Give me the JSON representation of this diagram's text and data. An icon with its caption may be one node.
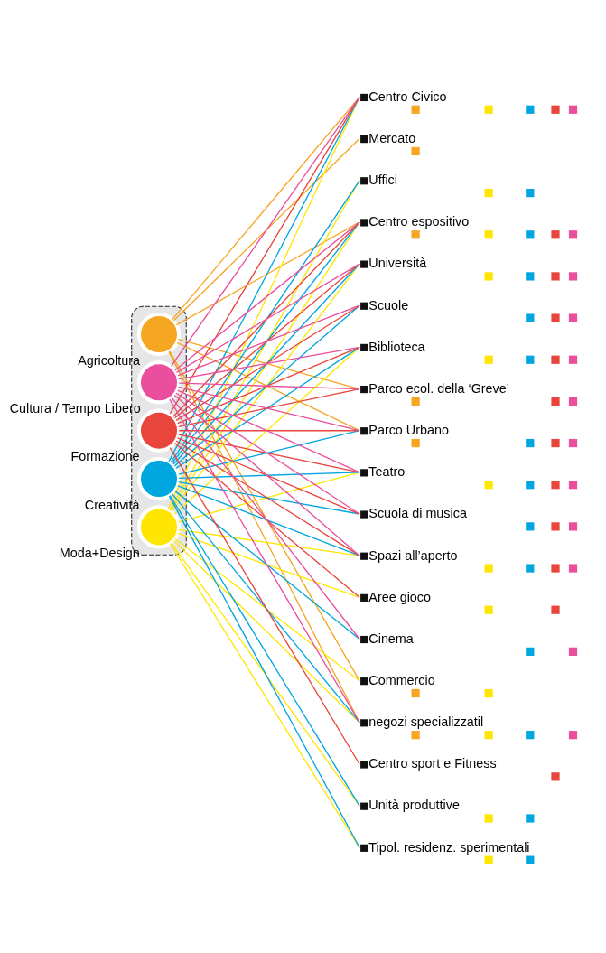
{
  "diagram": {
    "nodes": [
      {
        "text": [],
        "shape": "box"
      },
      {
        "text": [],
        "shape": "circle",
        "in": 0,
        "beside": [
          "Agricoltura"
        ]
      },
      {
        "text": [],
        "shape": "circle",
        "in": 0,
        "beside": [
          "Moda+Design"
        ]
      },
      {
        "text": [],
        "shape": "circle",
        "in": 0,
        "beside": [
          "Creatività"
        ]
      },
      {
        "text": [],
        "shape": "circle",
        "in": 0,
        "beside": [
          "Formazione"
        ]
      },
      {
        "text": [],
        "shape": "circle",
        "in": 0,
        "beside": [
          "Cultura / Tempo Libero"
        ]
      },
      {
        "text": [
          "Centro Civico"
        ]
      },
      {
        "text": [
          "Mercato"
        ]
      },
      {
        "text": [
          "Uffici"
        ]
      },
      {
        "text": [
          "Centro espositivo"
        ]
      },
      {
        "text": [
          "Università"
        ]
      },
      {
        "text": [
          "Scuole"
        ]
      },
      {
        "text": [
          "Biblioteca"
        ]
      },
      {
        "text": [
          "Parco ecol. della ‘Greve’"
        ]
      },
      {
        "text": [
          "Parco Urbano"
        ]
      },
      {
        "text": [
          "Teatro"
        ]
      },
      {
        "text": [
          "Scuola di musica"
        ]
      },
      {
        "text": [
          "Spazi all’aperto"
        ]
      },
      {
        "text": [
          "Aree gioco"
        ]
      },
      {
        "text": [
          "Cinema"
        ]
      },
      {
        "text": [
          "Commercio"
        ]
      },
      {
        "text": [
          "negozi specializzatil"
        ]
      },
      {
        "text": [
          "Centro sport e Fitness"
        ]
      },
      {
        "text": [
          "Unità produttive"
        ]
      },
      {
        "text": [
          "Tipol. residenz. sperimentali"
        ]
      }
    ],
    "edges": [
      {
        "from": 1,
        "to": 6,
        "arrow": "none",
        "color": "#f5a623"
      },
      {
        "from": 1,
        "to": 7,
        "arrow": "none",
        "color": "#f5a623"
      },
      {
        "from": 1,
        "to": 9,
        "arrow": "none",
        "color": "#f5a623"
      },
      {
        "from": 1,
        "to": 13,
        "arrow": "none",
        "color": "#f5a623"
      },
      {
        "from": 1,
        "to": 14,
        "arrow": "none",
        "color": "#f5a623"
      },
      {
        "from": 1,
        "to": 20,
        "arrow": "none",
        "color": "#f5a623"
      },
      {
        "from": 1,
        "to": 21,
        "arrow": "none",
        "color": "#f5a623"
      },
      {
        "from": 2,
        "to": 6,
        "arrow": "none",
        "color": "#ffe600"
      },
      {
        "from": 2,
        "to": 8,
        "arrow": "none",
        "color": "#ffe600"
      },
      {
        "from": 2,
        "to": 9,
        "arrow": "none",
        "color": "#ffe600"
      },
      {
        "from": 2,
        "to": 10,
        "arrow": "none",
        "color": "#ffe600"
      },
      {
        "from": 2,
        "to": 12,
        "arrow": "none",
        "color": "#ffe600"
      },
      {
        "from": 2,
        "to": 15,
        "arrow": "none",
        "color": "#ffe600"
      },
      {
        "from": 2,
        "to": 17,
        "arrow": "none",
        "color": "#ffe600"
      },
      {
        "from": 2,
        "to": 18,
        "arrow": "none",
        "color": "#ffe600"
      },
      {
        "from": 2,
        "to": 20,
        "arrow": "none",
        "color": "#ffe600"
      },
      {
        "from": 2,
        "to": 21,
        "arrow": "none",
        "color": "#ffe600"
      },
      {
        "from": 2,
        "to": 23,
        "arrow": "none",
        "color": "#ffe600"
      },
      {
        "from": 2,
        "to": 24,
        "arrow": "none",
        "color": "#ffe600"
      },
      {
        "from": 3,
        "to": 6,
        "arrow": "none",
        "color": "#00a6e0"
      },
      {
        "from": 3,
        "to": 8,
        "arrow": "none",
        "color": "#00a6e0"
      },
      {
        "from": 3,
        "to": 9,
        "arrow": "none",
        "color": "#00a6e0"
      },
      {
        "from": 3,
        "to": 10,
        "arrow": "none",
        "color": "#00a6e0"
      },
      {
        "from": 3,
        "to": 11,
        "arrow": "none",
        "color": "#00a6e0"
      },
      {
        "from": 3,
        "to": 12,
        "arrow": "none",
        "color": "#00a6e0"
      },
      {
        "from": 3,
        "to": 14,
        "arrow": "none",
        "color": "#00a6e0"
      },
      {
        "from": 3,
        "to": 15,
        "arrow": "none",
        "color": "#00a6e0"
      },
      {
        "from": 3,
        "to": 16,
        "arrow": "none",
        "color": "#00a6e0"
      },
      {
        "from": 3,
        "to": 17,
        "arrow": "none",
        "color": "#00a6e0"
      },
      {
        "from": 3,
        "to": 19,
        "arrow": "none",
        "color": "#00a6e0"
      },
      {
        "from": 3,
        "to": 21,
        "arrow": "none",
        "color": "#00a6e0"
      },
      {
        "from": 3,
        "to": 23,
        "arrow": "none",
        "color": "#00a6e0"
      },
      {
        "from": 3,
        "to": 24,
        "arrow": "none",
        "color": "#00a6e0"
      },
      {
        "from": 4,
        "to": 6,
        "arrow": "none",
        "color": "#e8453c"
      },
      {
        "from": 4,
        "to": 9,
        "arrow": "none",
        "color": "#e8453c"
      },
      {
        "from": 4,
        "to": 10,
        "arrow": "none",
        "color": "#e8453c"
      },
      {
        "from": 4,
        "to": 11,
        "arrow": "none",
        "color": "#e8453c"
      },
      {
        "from": 4,
        "to": 12,
        "arrow": "none",
        "color": "#e8453c"
      },
      {
        "from": 4,
        "to": 13,
        "arrow": "none",
        "color": "#e8453c"
      },
      {
        "from": 4,
        "to": 14,
        "arrow": "none",
        "color": "#e8453c"
      },
      {
        "from": 4,
        "to": 15,
        "arrow": "none",
        "color": "#e8453c"
      },
      {
        "from": 4,
        "to": 16,
        "arrow": "none",
        "color": "#e8453c"
      },
      {
        "from": 4,
        "to": 17,
        "arrow": "none",
        "color": "#e8453c"
      },
      {
        "from": 4,
        "to": 18,
        "arrow": "none",
        "color": "#e8453c"
      },
      {
        "from": 4,
        "to": 22,
        "arrow": "none",
        "color": "#e8453c"
      },
      {
        "from": 5,
        "to": 6,
        "arrow": "none",
        "color": "#e94f9d"
      },
      {
        "from": 5,
        "to": 9,
        "arrow": "none",
        "color": "#e94f9d"
      },
      {
        "from": 5,
        "to": 10,
        "arrow": "none",
        "color": "#e94f9d"
      },
      {
        "from": 5,
        "to": 11,
        "arrow": "none",
        "color": "#e94f9d"
      },
      {
        "from": 5,
        "to": 12,
        "arrow": "none",
        "color": "#e94f9d"
      },
      {
        "from": 5,
        "to": 13,
        "arrow": "none",
        "color": "#e94f9d"
      },
      {
        "from": 5,
        "to": 14,
        "arrow": "none",
        "color": "#e94f9d"
      },
      {
        "from": 5,
        "to": 15,
        "arrow": "none",
        "color": "#e94f9d"
      },
      {
        "from": 5,
        "to": 16,
        "arrow": "none",
        "color": "#e94f9d"
      },
      {
        "from": 5,
        "to": 17,
        "arrow": "none",
        "color": "#e94f9d"
      },
      {
        "from": 5,
        "to": 19,
        "arrow": "none",
        "color": "#e94f9d"
      },
      {
        "from": 5,
        "to": 21,
        "arrow": "none",
        "color": "#e94f9d"
      }
    ]
  }
}
